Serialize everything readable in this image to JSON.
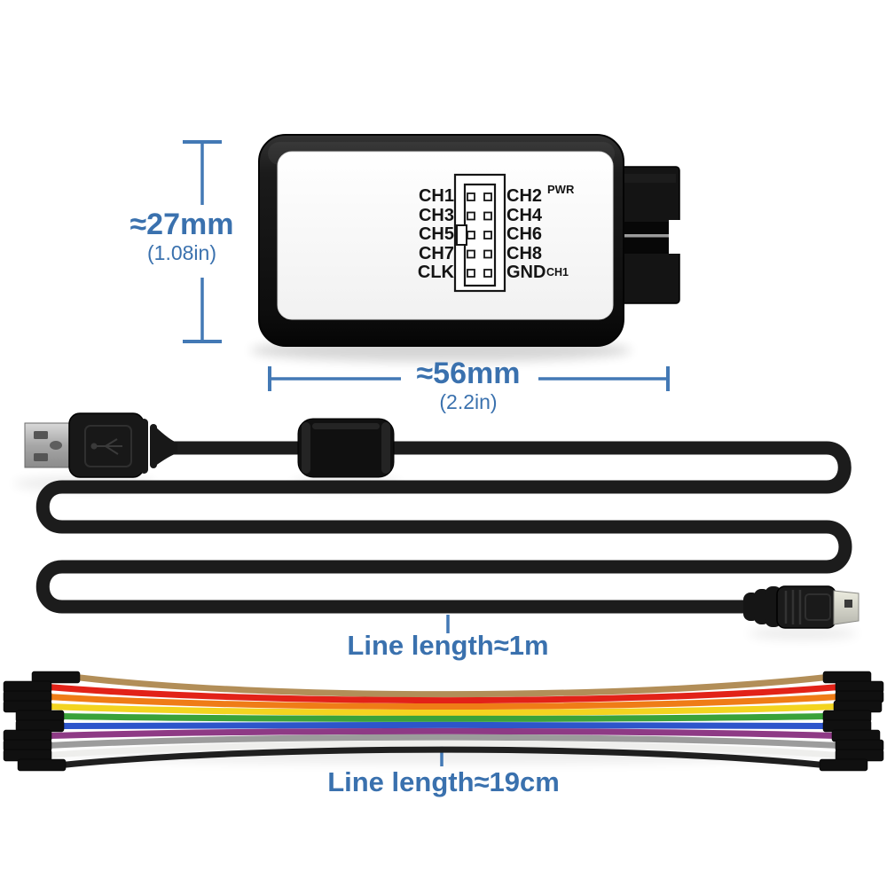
{
  "device_label": {
    "left_pins": [
      "CH1",
      "CH3",
      "CH5",
      "CH7",
      "CLK"
    ],
    "right_pins": [
      "CH2",
      "CH4",
      "CH6",
      "CH8",
      "GND"
    ],
    "pwr_label": "PWR",
    "gnd_sub_label": "CH1"
  },
  "dimensions": {
    "height_mm": "≈27mm",
    "height_in": "(1.08in)",
    "width_mm": "≈56mm",
    "width_in": "(2.2in)"
  },
  "cables": {
    "usb_cable_length": "Line length≈1m",
    "ribbon_cable_length": "Line length≈19cm"
  },
  "colors": {
    "accent_blue": "#3a71ae",
    "dimension_line_blue": "#4379b5",
    "cable_black": "#1c1c1c",
    "ribbon": [
      "#b28e58",
      "#e22218",
      "#ef7c17",
      "#f3d420",
      "#3aa23a",
      "#2d55cb",
      "#8e3a85",
      "#9c9c9c",
      "#eeeeec",
      "#1f1f1f"
    ]
  }
}
